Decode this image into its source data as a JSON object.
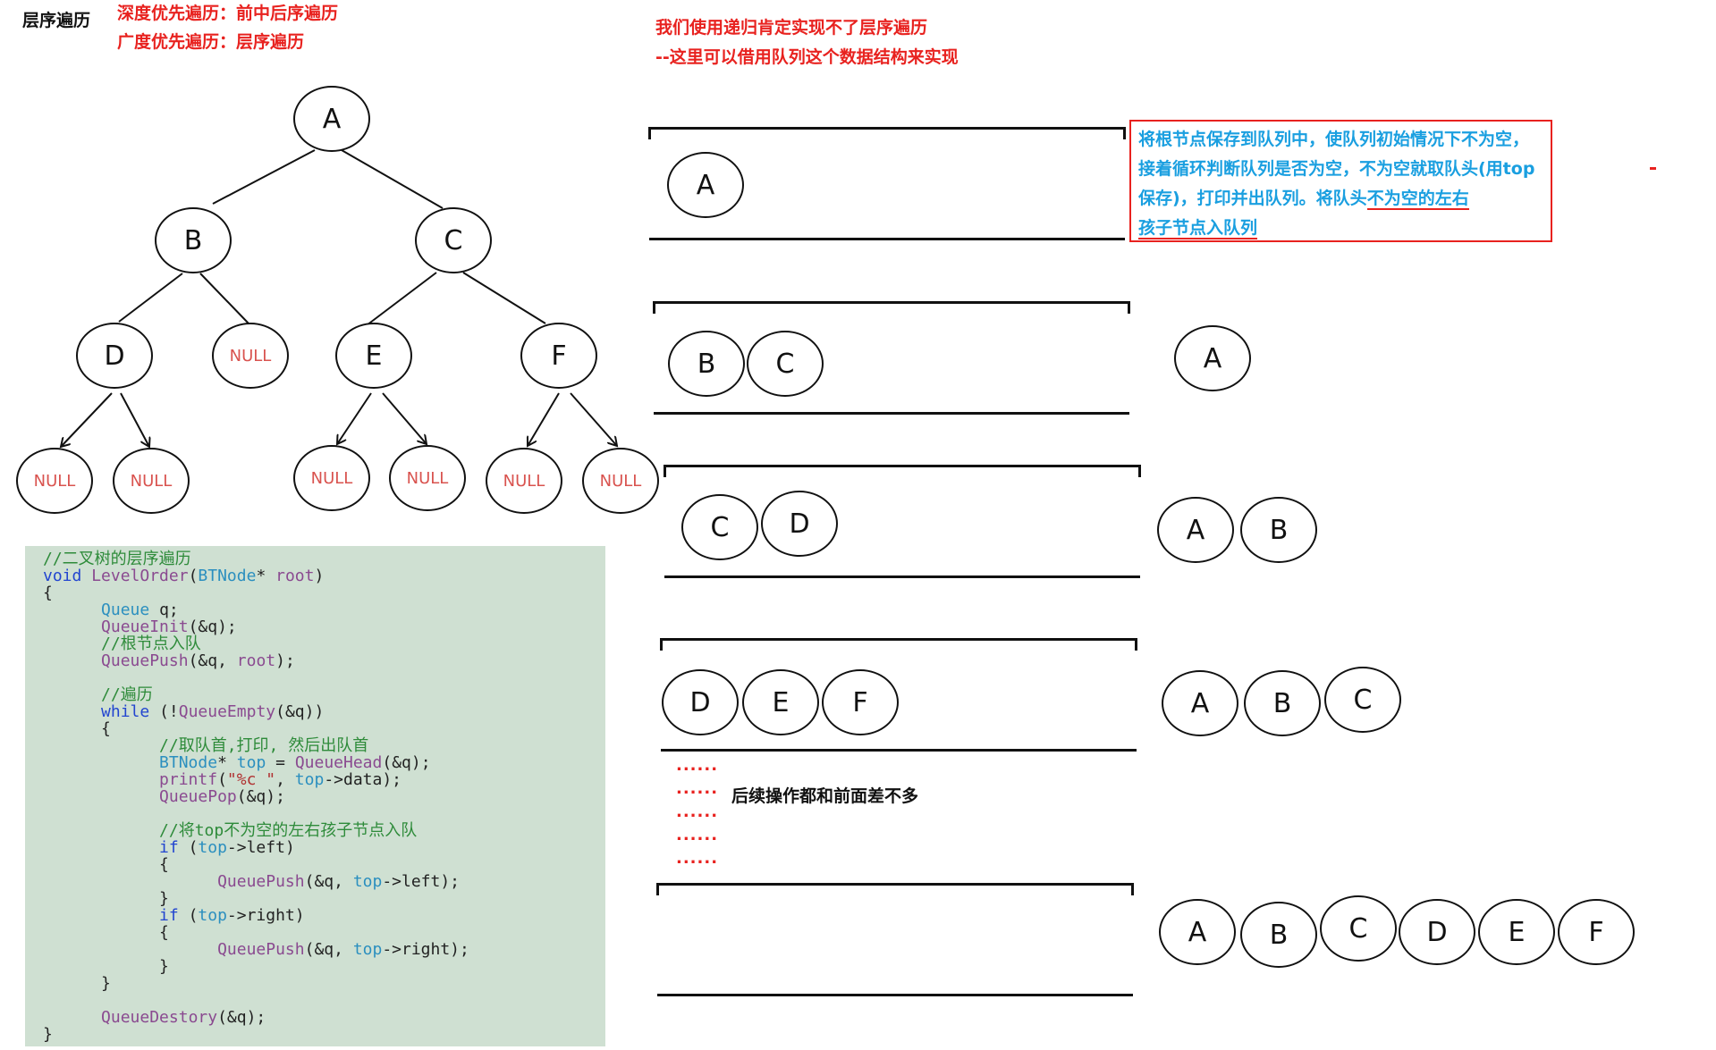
{
  "page_title": "层序遍历",
  "notes": {
    "dfs": "深度优先遍历：前中后序遍历",
    "bfs": "广度优先遍历：层序遍历",
    "recursion_line1": "我们使用递归肯定实现不了层序遍历",
    "recursion_line2": "--这里可以借用队列这个数据结构来实现",
    "description_part1": "将根节点保存到队列中，使队列初始情况下不为空，接着循环判断队列是否为空，不为空就取队头(用top保存)，打印并出队列。将队头",
    "description_highlight1": "不为空的左右",
    "description_highlight2": "孩子节点入队列",
    "later_ops": "后续操作都和前面差不多",
    "dots": "......"
  },
  "tree": {
    "A": "A",
    "B": "B",
    "C": "C",
    "D": "D",
    "E": "E",
    "F": "F",
    "null": "NULL"
  },
  "code_lines": [
    [
      [
        "c-cm",
        "//二叉树的层序遍历"
      ]
    ],
    [
      [
        "c-kw",
        "void "
      ],
      [
        "c-fn",
        "LevelOrder"
      ],
      [
        "c-tx",
        "("
      ],
      [
        "c-ty",
        "BTNode"
      ],
      [
        "c-tx",
        "* "
      ],
      [
        "c-fn",
        "root"
      ],
      [
        "c-tx",
        ")"
      ]
    ],
    [
      [
        "c-tx",
        "{"
      ]
    ],
    [
      [
        "c-tx",
        "      "
      ],
      [
        "c-ty",
        "Queue "
      ],
      [
        "c-tx",
        "q;"
      ]
    ],
    [
      [
        "c-tx",
        "      "
      ],
      [
        "c-fn",
        "QueueInit"
      ],
      [
        "c-tx",
        "(&q);"
      ]
    ],
    [
      [
        "c-tx",
        "      "
      ],
      [
        "c-cm",
        "//根节点入队"
      ]
    ],
    [
      [
        "c-tx",
        "      "
      ],
      [
        "c-fn",
        "QueuePush"
      ],
      [
        "c-tx",
        "(&q, "
      ],
      [
        "c-fn",
        "root"
      ],
      [
        "c-tx",
        ");"
      ]
    ],
    [
      [
        "c-tx",
        ""
      ]
    ],
    [
      [
        "c-tx",
        "      "
      ],
      [
        "c-cm",
        "//遍历"
      ]
    ],
    [
      [
        "c-tx",
        "      "
      ],
      [
        "c-kw",
        "while "
      ],
      [
        "c-tx",
        "(!"
      ],
      [
        "c-fn",
        "QueueEmpty"
      ],
      [
        "c-tx",
        "(&q))"
      ]
    ],
    [
      [
        "c-tx",
        "      {"
      ]
    ],
    [
      [
        "c-tx",
        "            "
      ],
      [
        "c-cm",
        "//取队首,打印, 然后出队首"
      ]
    ],
    [
      [
        "c-tx",
        "            "
      ],
      [
        "c-ty",
        "BTNode"
      ],
      [
        "c-tx",
        "* "
      ],
      [
        "c-ty",
        "top "
      ],
      [
        "c-tx",
        "= "
      ],
      [
        "c-fn",
        "QueueHead"
      ],
      [
        "c-tx",
        "(&q);"
      ]
    ],
    [
      [
        "c-tx",
        "            "
      ],
      [
        "c-fn",
        "printf"
      ],
      [
        "c-tx",
        "("
      ],
      [
        "c-st",
        "\"%c \""
      ],
      [
        "c-tx",
        ", "
      ],
      [
        "c-ty",
        "top"
      ],
      [
        "c-tx",
        "->data);"
      ]
    ],
    [
      [
        "c-tx",
        "            "
      ],
      [
        "c-fn",
        "QueuePop"
      ],
      [
        "c-tx",
        "(&q);"
      ]
    ],
    [
      [
        "c-tx",
        ""
      ]
    ],
    [
      [
        "c-tx",
        "            "
      ],
      [
        "c-cm",
        "//将top不为空的左右孩子节点入队"
      ]
    ],
    [
      [
        "c-tx",
        "            "
      ],
      [
        "c-kw",
        "if "
      ],
      [
        "c-tx",
        "("
      ],
      [
        "c-ty",
        "top"
      ],
      [
        "c-tx",
        "->left)"
      ]
    ],
    [
      [
        "c-tx",
        "            {"
      ]
    ],
    [
      [
        "c-tx",
        "                  "
      ],
      [
        "c-fn",
        "QueuePush"
      ],
      [
        "c-tx",
        "(&q, "
      ],
      [
        "c-ty",
        "top"
      ],
      [
        "c-tx",
        "->left);"
      ]
    ],
    [
      [
        "c-tx",
        "            }"
      ]
    ],
    [
      [
        "c-tx",
        "            "
      ],
      [
        "c-kw",
        "if "
      ],
      [
        "c-tx",
        "("
      ],
      [
        "c-ty",
        "top"
      ],
      [
        "c-tx",
        "->right)"
      ]
    ],
    [
      [
        "c-tx",
        "            {"
      ]
    ],
    [
      [
        "c-tx",
        "                  "
      ],
      [
        "c-fn",
        "QueuePush"
      ],
      [
        "c-tx",
        "(&q, "
      ],
      [
        "c-ty",
        "top"
      ],
      [
        "c-tx",
        "->right);"
      ]
    ],
    [
      [
        "c-tx",
        "            }"
      ]
    ],
    [
      [
        "c-tx",
        "      }"
      ]
    ],
    [
      [
        "c-tx",
        ""
      ]
    ],
    [
      [
        "c-tx",
        "      "
      ],
      [
        "c-fn",
        "QueueDestory"
      ],
      [
        "c-tx",
        "(&q);"
      ]
    ],
    [
      [
        "c-tx",
        "}"
      ]
    ]
  ]
}
